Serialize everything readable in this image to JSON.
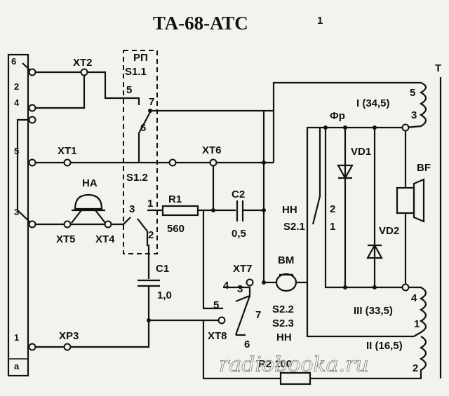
{
  "title": "ТА-68-АТС",
  "page_mark": "1",
  "connector": {
    "pins": [
      "6",
      "2",
      "4",
      "5",
      "3",
      "1"
    ],
    "letter": "а"
  },
  "terminals": {
    "xt1": "XT1",
    "xt2": "XT2",
    "xt3": "XT5",
    "xt4": "XT4",
    "xt6": "XT6",
    "xt7": "XT7",
    "xt8": "XT8",
    "xp3": "XP3"
  },
  "relay": {
    "name": "РП",
    "s11": "S1.1",
    "s12": "S1.2",
    "pin5": "5",
    "pin7": "7",
    "pin6": "6",
    "pin3": "3",
    "pin1": "1",
    "pin2": "2"
  },
  "ringer": {
    "name": "НА"
  },
  "r1": {
    "name": "R1",
    "value": "560"
  },
  "c1": {
    "name": "C1",
    "value": "1,0"
  },
  "c2": {
    "name": "C2",
    "value": "0,5"
  },
  "hook_switch": {
    "nn": "НН",
    "s21": "S2.1",
    "pin2": "2",
    "pin1": "1",
    "s22": "S2.2",
    "s23": "S2.3",
    "nn2": "НН",
    "p4": "4",
    "p3": "3",
    "p5": "5",
    "p7": "7",
    "p6": "6"
  },
  "mic": {
    "name": "ВМ"
  },
  "r2": {
    "name": "R2 100"
  },
  "transformer": {
    "name": "T",
    "w1": "I (34,5)",
    "w1_top": "5",
    "w1_bot": "3",
    "w3": "III (33,5)",
    "w3_top": "4",
    "w3_bot": "1",
    "w2": "II (16,5)",
    "w2_bot": "2"
  },
  "fr": "Фр",
  "vd1": "VD1",
  "vd2": "VD2",
  "bf": "BF",
  "watermark": "radiobooka.ru"
}
